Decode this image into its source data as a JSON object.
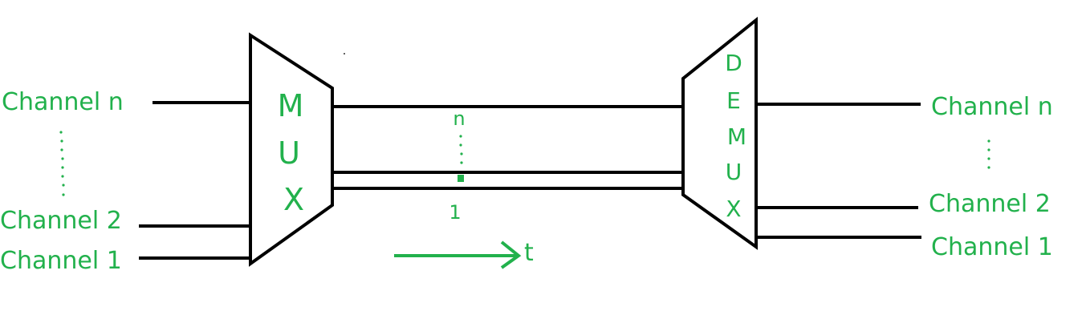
{
  "colors": {
    "text": "#22b14c",
    "lines": "#000000",
    "background": "#ffffff"
  },
  "mux": {
    "letters": [
      "M",
      "U",
      "X"
    ]
  },
  "demux": {
    "letters": [
      "D",
      "E",
      "M",
      "U",
      "X"
    ]
  },
  "left_channels": {
    "top": "Channel n",
    "middle": "Channel 2",
    "bottom": "Channel 1"
  },
  "right_channels": {
    "top": "Channel n",
    "middle": "Channel 2",
    "bottom": "Channel 1"
  },
  "link": {
    "top_label": "n",
    "bottom_label": "1"
  },
  "time_axis": {
    "label": "t"
  }
}
